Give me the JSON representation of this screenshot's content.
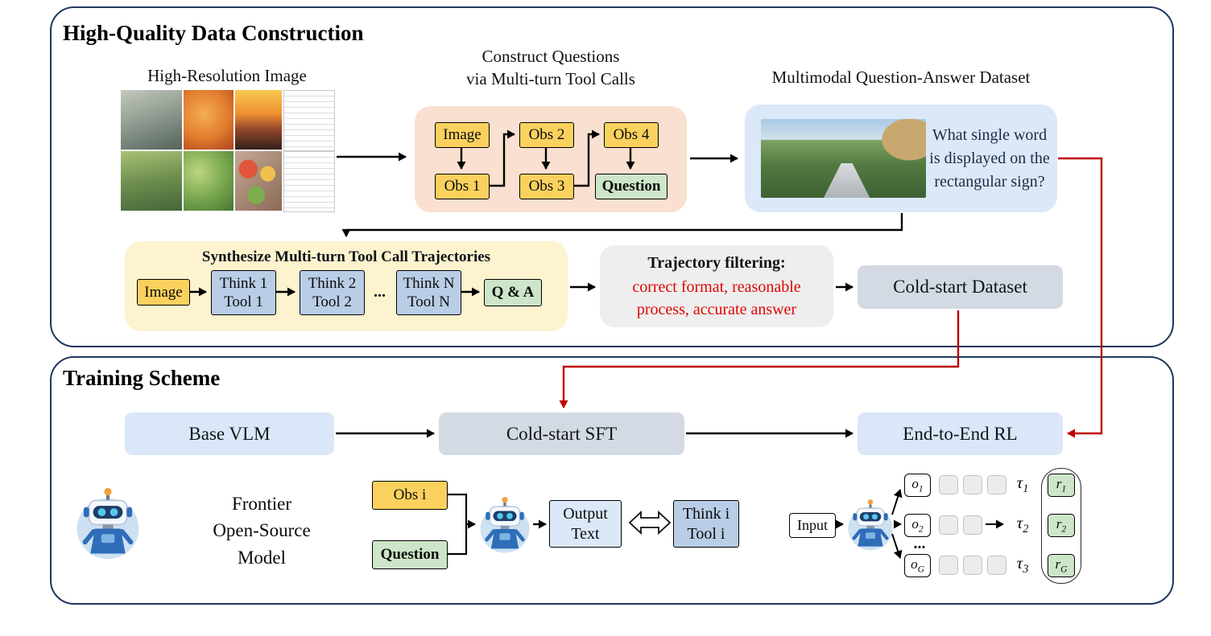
{
  "top_panel": {
    "title": "High-Quality Data Construction",
    "hi_res_label": "High-Resolution Image",
    "construct_line1": "Construct Questions",
    "construct_line2": "via Multi-turn Tool Calls",
    "flow": {
      "image": "Image",
      "obs1": "Obs 1",
      "obs2": "Obs 2",
      "obs3": "Obs 3",
      "obs4": "Obs 4",
      "question": "Question"
    },
    "qa_title": "Multimodal Question-Answer Dataset",
    "qa_line1": "What single word",
    "qa_line2": "is displayed on the",
    "qa_line3": "rectangular sign?",
    "synth": {
      "title": "Synthesize Multi-turn Tool Call Trajectories",
      "image": "Image",
      "step1_line1": "Think 1",
      "step1_line2": "Tool 1",
      "step2_line1": "Think 2",
      "step2_line2": "Tool 2",
      "ellipsis": "...",
      "stepN_line1": "Think N",
      "stepN_line2": "Tool N",
      "qa": "Q & A"
    },
    "filter": {
      "title": "Trajectory filtering:",
      "line1": "correct format, reasonable",
      "line2": "process, accurate answer"
    },
    "cold_start_dataset": "Cold-start Dataset"
  },
  "bottom_panel": {
    "title": "Training Scheme",
    "base_vlm": "Base VLM",
    "cold_start_sft": "Cold-start SFT",
    "end_to_end_rl": "End-to-End RL",
    "frontier_line1": "Frontier",
    "frontier_line2": "Open-Source",
    "frontier_line3": "Model",
    "sft": {
      "obs": "Obs i",
      "question": "Question",
      "out1": "Output",
      "out2": "Text",
      "think1": "Think i",
      "think2": "Tool i"
    },
    "rl": {
      "input": "Input",
      "ellipsis": "...",
      "o1": {
        "base": "o",
        "sub": "1"
      },
      "o2": {
        "base": "o",
        "sub": "2"
      },
      "oG": {
        "base": "o",
        "sub": "G"
      },
      "tau1": {
        "base": "τ",
        "sub": "1"
      },
      "tau2": {
        "base": "τ",
        "sub": "2"
      },
      "tau3": {
        "base": "τ",
        "sub": "3"
      },
      "r1": {
        "base": "r",
        "sub": "1"
      },
      "r2": {
        "base": "r",
        "sub": "2"
      },
      "rG": {
        "base": "r",
        "sub": "G"
      }
    }
  },
  "colors": {
    "panel_border": "#1f3860",
    "accent_red": "#bf0000",
    "red_text": "#e10600",
    "box_yellow": "#fbd15e",
    "box_green": "#cde5c8",
    "box_blue": "#b9cde6",
    "fill_peach": "#fae0d0",
    "fill_cream": "#fdf3cf",
    "fill_lightblue": "#dbe8f8",
    "fill_gray": "#eeeeef",
    "pill_blue": "#d9e7f8",
    "pill_gray": "#d3dae4"
  }
}
